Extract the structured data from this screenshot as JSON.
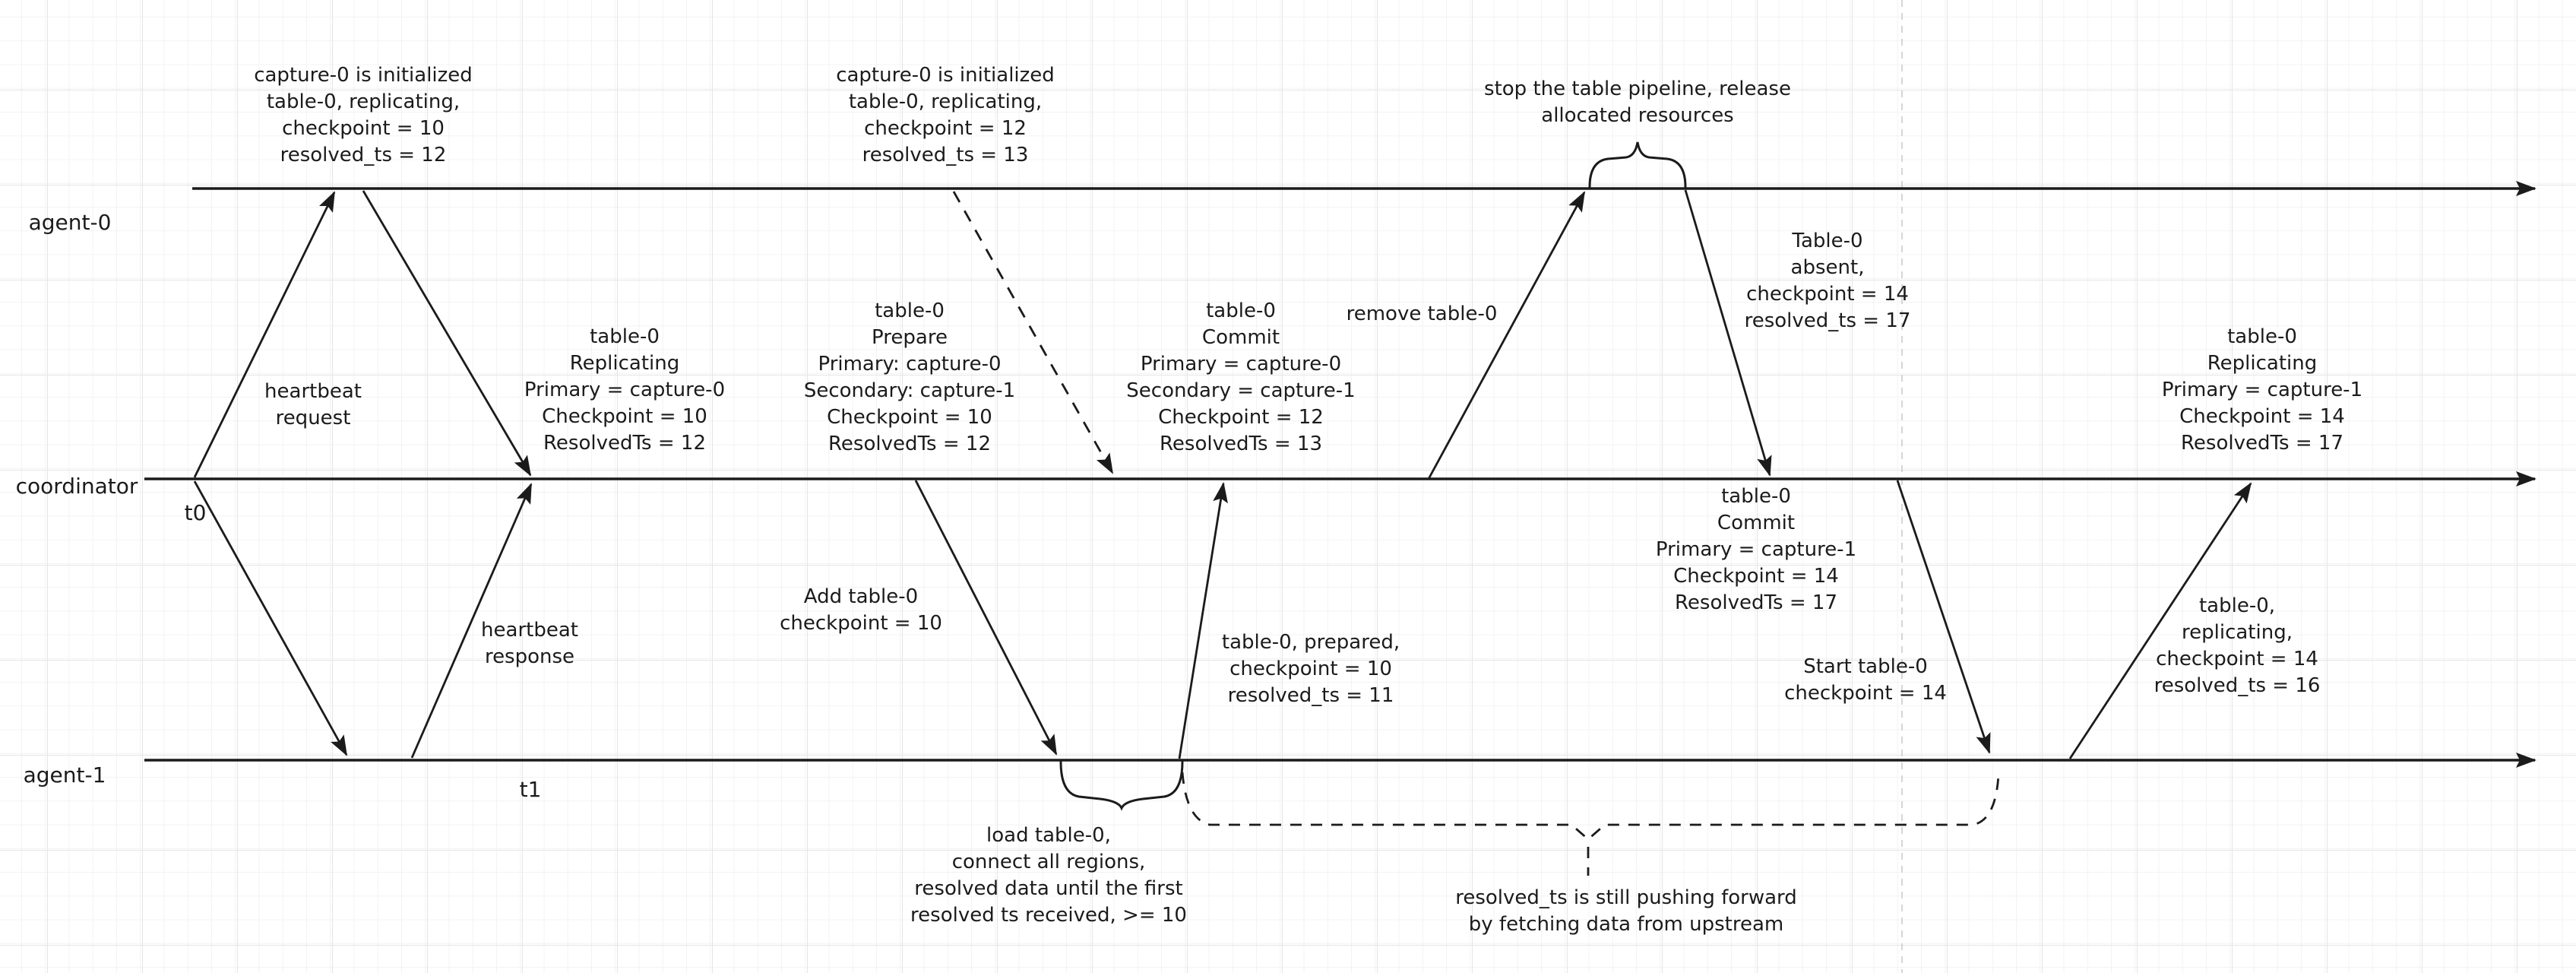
{
  "canvas": {
    "background": "#ffffff",
    "grid_minor_color": "#f3f3f3",
    "grid_major_color": "#e5e5e5",
    "ink_color": "#1b1b1b",
    "guide_line_color": "#c9c9c9"
  },
  "lifelines": [
    {
      "label": "agent-0"
    },
    {
      "label": "coordinator"
    },
    {
      "label": "agent-1"
    }
  ],
  "time_markers": {
    "t0": "t0",
    "t1": "t1"
  },
  "annotations": {
    "capture0_init_1": "capture-0 is initialized\ntable-0, replicating,\ncheckpoint = 10\nresolved_ts = 12",
    "capture0_init_2": "capture-0 is initialized\ntable-0, replicating,\ncheckpoint = 12\nresolved_ts = 13",
    "stop_pipeline": "stop the table pipeline, release\nallocated resources",
    "table0_absent": "Table-0\nabsent,\ncheckpoint = 14\nresolved_ts = 17",
    "heartbeat_request": "heartbeat\nrequest",
    "heartbeat_response": "heartbeat\nresponse",
    "state_replicating_c0": "table-0\nReplicating\nPrimary = capture-0\nCheckpoint = 10\nResolvedTs = 12",
    "state_prepare": "table-0\nPrepare\nPrimary: capture-0\nSecondary: capture-1\nCheckpoint = 10\nResolvedTs = 12",
    "state_commit_c0": "table-0\nCommit\nPrimary = capture-0\nSecondary = capture-1\nCheckpoint = 12\nResolvedTs = 13",
    "remove_table0": "remove table-0",
    "add_table0": "Add table-0\ncheckpoint = 10",
    "table0_prepared": "table-0, prepared,\ncheckpoint = 10\nresolved_ts = 11",
    "state_commit_c1": "table-0\nCommit\nPrimary = capture-1\nCheckpoint = 14\nResolvedTs = 17",
    "start_table0": "Start table-0\ncheckpoint = 14",
    "table0_replicating_msg": "table-0,\nreplicating,\ncheckpoint = 14\nresolved_ts = 16",
    "state_replicating_c1": "table-0\nReplicating\nPrimary = capture-1\nCheckpoint = 14\nResolvedTs = 17",
    "load_table0": "load table-0,\nconnect all regions,\nresolved data until the first\nresolved ts received, >= 10",
    "resolved_ts_note": "resolved_ts is still pushing forward\nby fetching data from upstream"
  }
}
